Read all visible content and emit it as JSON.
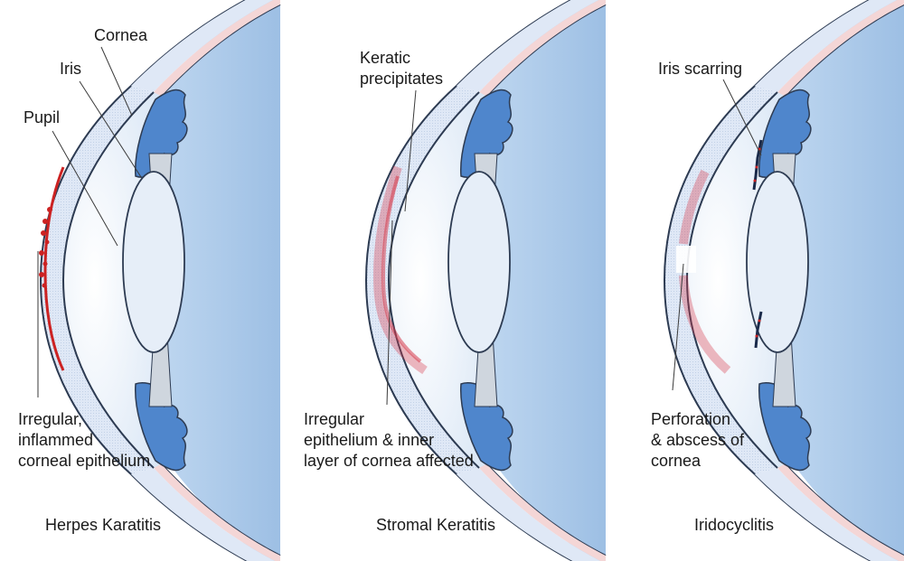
{
  "panels": [
    {
      "caption": "Herpes Karatitis",
      "labels": {
        "cornea": "Cornea",
        "iris": "Iris",
        "pupil": "Pupil",
        "bottom": [
          "Irregular,",
          "inflammed",
          "corneal epithelium"
        ]
      }
    },
    {
      "caption": "Stromal Keratitis",
      "labels": {
        "top": [
          "Keratic",
          "precipitates"
        ],
        "bottom": [
          "Irregular",
          "epithelium & inner",
          "layer of cornea affected"
        ]
      }
    },
    {
      "caption": "Iridocyclitis",
      "labels": {
        "top": [
          "Iris scarring"
        ],
        "bottom": [
          "Perforation",
          "& abscess of",
          "cornea"
        ]
      }
    }
  ],
  "colors": {
    "vitreous": "#a9c8e8",
    "anterior": "#e8f1fa",
    "cornea": "#dfe8f6",
    "sclera_band": "#f4d6d6",
    "iris": "#4f86cc",
    "lens": "#e6eef8",
    "outline": "#2d3b52",
    "inflammation": "#cc2222"
  }
}
